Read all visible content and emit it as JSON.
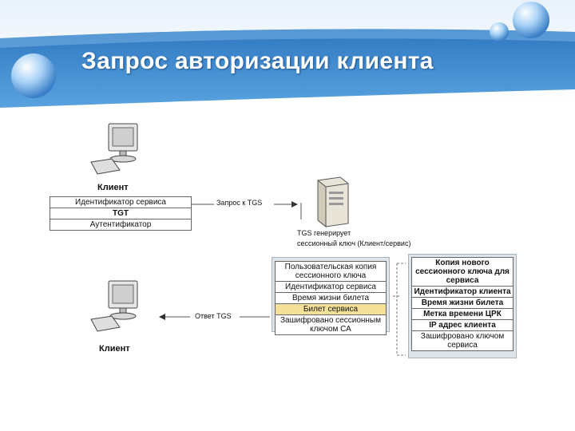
{
  "title": "Запрос авторизации клиента",
  "colors": {
    "header_blue": "#3f86c8",
    "highlight": "#f3e19a",
    "panel_bg": "#dde4ea"
  },
  "client_top": {
    "label": "Клиент",
    "request_rows": [
      "Идентификатор сервиса",
      "TGT",
      "Аутентификатор"
    ]
  },
  "request_arrow_label": "Запрос к TGS",
  "server": {
    "icon": "server-icon",
    "caption_line1": "TGS генерирует",
    "caption_line2": "сессионный ключ (Клиент/сервис)"
  },
  "reply_left_rows": [
    "Пользовательская копия сессионного ключа",
    "Идентификатор сервиса",
    "Время жизни билета",
    "Билет сервиса",
    "Зашифровано сессионным ключом СА"
  ],
  "ticket_rows": [
    "Копия нового сессионного ключа для сервиса",
    "Идентификатор клиента",
    "Время жизни билета",
    "Метка времени ЦРК",
    "IP адрес клиента",
    "Зашифровано ключом сервиса"
  ],
  "reply_arrow_label": "Ответ TGS",
  "client_bottom": {
    "label": "Клиент"
  }
}
